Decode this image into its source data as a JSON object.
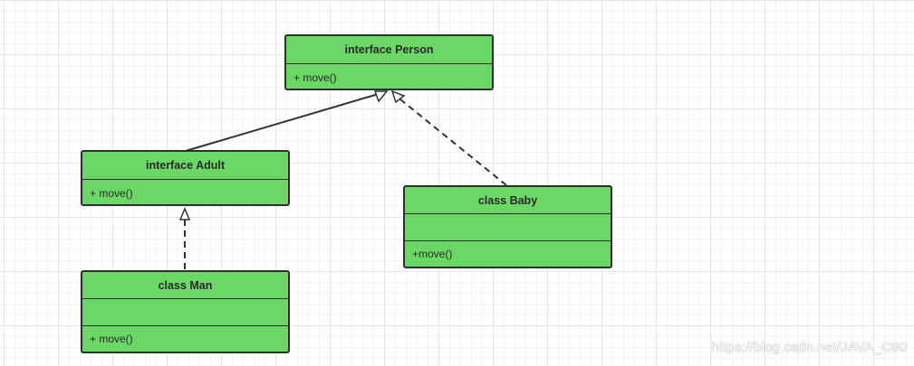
{
  "diagram": {
    "classes": {
      "person": {
        "name": "interface Person",
        "methods": "+ move()"
      },
      "adult": {
        "name": "interface Adult",
        "methods": "+ move()"
      },
      "baby": {
        "name": "class Baby",
        "attributes": "",
        "methods": "+move()"
      },
      "man": {
        "name": "class Man",
        "attributes": "",
        "methods": "+ move()"
      }
    },
    "relations": [
      {
        "from": "Adult",
        "to": "Person",
        "type": "generalization"
      },
      {
        "from": "Baby",
        "to": "Person",
        "type": "realization"
      },
      {
        "from": "Man",
        "to": "Adult",
        "type": "realization"
      }
    ],
    "colors": {
      "class_fill": "#6bd766",
      "border": "#2f2f2f",
      "connector": "#333333"
    }
  },
  "watermark": "https://blog.csdn.net/JAVA_C90"
}
